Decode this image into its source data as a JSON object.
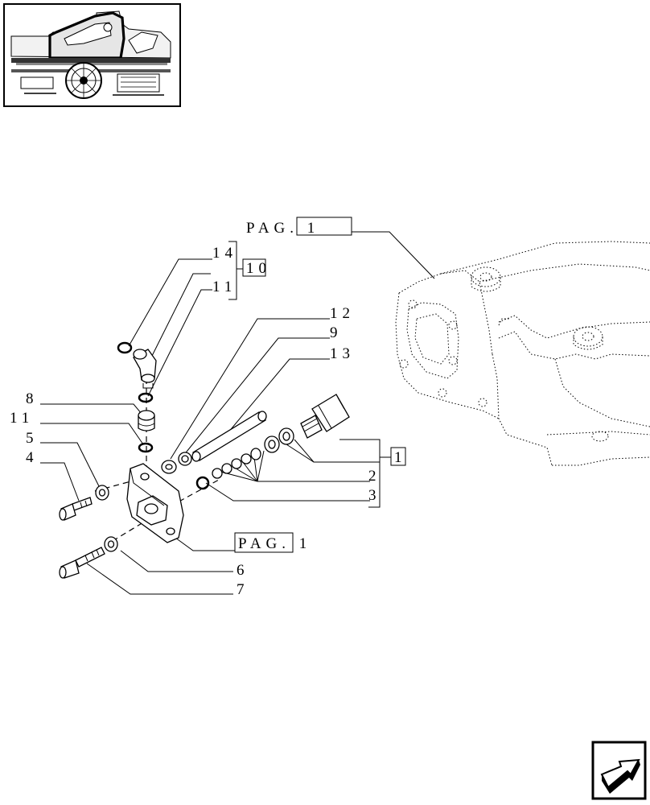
{
  "references": {
    "pag_top": "PAG. 1",
    "pag_bottom": "PAG. 1"
  },
  "callouts": {
    "c14": "14",
    "c10": "10",
    "c11_top": "11",
    "c12": "12",
    "c9": "9",
    "c13": "13",
    "c8": "8",
    "c11_left": "11",
    "c5": "5",
    "c4": "4",
    "c1": "1",
    "c2": "2",
    "c3": "3",
    "c6": "6",
    "c7": "7"
  },
  "icons": {
    "thumbnail": "tractor-location-thumbnail",
    "navigation": "next-page-arrow-icon"
  }
}
